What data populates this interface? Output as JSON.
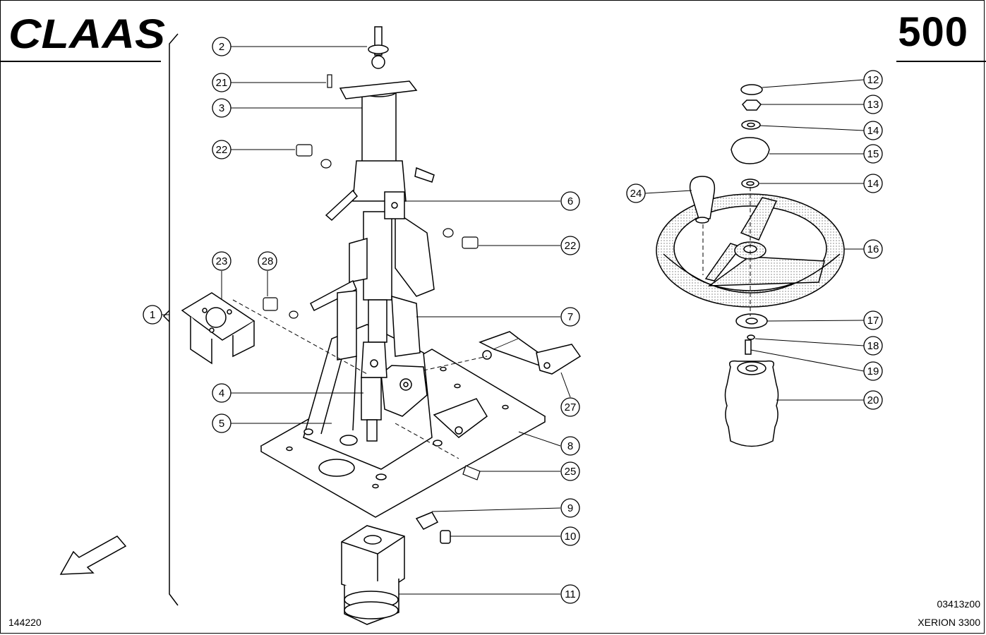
{
  "header": {
    "brand": "CLAAS",
    "page_number": "500"
  },
  "footer": {
    "left_ref": "144220",
    "drawing_code": "03413z00",
    "model": "XERION 3300"
  },
  "callouts": [
    {
      "label": "1"
    },
    {
      "label": "2"
    },
    {
      "label": "21"
    },
    {
      "label": "3"
    },
    {
      "label": "22"
    },
    {
      "label": "23"
    },
    {
      "label": "28"
    },
    {
      "label": "4"
    },
    {
      "label": "5"
    },
    {
      "label": "6"
    },
    {
      "label": "22"
    },
    {
      "label": "7"
    },
    {
      "label": "27"
    },
    {
      "label": "8"
    },
    {
      "label": "25"
    },
    {
      "label": "9"
    },
    {
      "label": "10"
    },
    {
      "label": "11"
    },
    {
      "label": "12"
    },
    {
      "label": "13"
    },
    {
      "label": "14"
    },
    {
      "label": "15"
    },
    {
      "label": "14"
    },
    {
      "label": "24"
    },
    {
      "label": "16"
    },
    {
      "label": "17"
    },
    {
      "label": "18"
    },
    {
      "label": "19"
    },
    {
      "label": "20"
    }
  ],
  "colors": {
    "ink": "#000000",
    "paper": "#ffffff",
    "shade": "#d8d8d8"
  },
  "icons": [
    "direction-arrow-icon"
  ]
}
